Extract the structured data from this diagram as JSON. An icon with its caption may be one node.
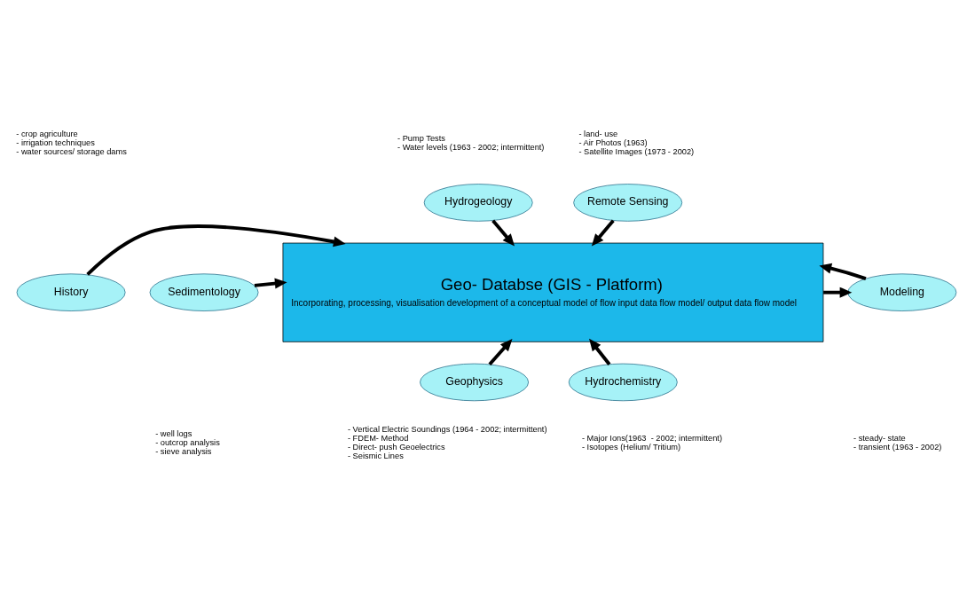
{
  "diagram": {
    "nodes": [
      {
        "text": [
          "Hydrogeology"
        ],
        "beside": [
          "- Pump Tests",
          "- Water levels (1963 - 2002; intermittent)"
        ]
      },
      {
        "text": [
          "Remote Sensing"
        ],
        "beside": [
          "- land- use",
          "- Air Photos (1963)",
          "- Satellite Images (1973 - 2002)"
        ]
      },
      {
        "text": [
          "History"
        ],
        "beside": [
          "- crop agriculture",
          "- irrigation techniques",
          "- water sources/ storage dams"
        ]
      },
      {
        "text": [
          "Geo- Databse (GIS - Platform)",
          "Incorporating, processing, visualisation development of a conceptual model of flow input data flow model/ output data flow model"
        ]
      },
      {
        "text": [
          "Modeling"
        ],
        "beside": [
          "- steady- state",
          "- transient (1963 - 2002)"
        ]
      },
      {
        "text": [
          "Sedimentology"
        ],
        "beside": [
          "- well logs",
          "- outcrop analysis",
          "- sieve analysis"
        ]
      },
      {
        "text": [
          "Geophysics"
        ],
        "beside": [
          "- Vertical Electric Soundings (1964 - 2002; intermittent)",
          "- FDEM- Method",
          "- Direct- push Geoelectrics",
          "- Seismic Lines"
        ]
      },
      {
        "text": [
          "Hydrochemistry"
        ],
        "beside": [
          "- Major Ions(1963  - 2002; intermittent)",
          "- Isotopes (Helium/ Tritium)"
        ]
      }
    ],
    "edges": [
      {
        "from": 0,
        "to": 3,
        "arrow": "to"
      },
      {
        "from": 1,
        "to": 3,
        "arrow": "to"
      },
      {
        "from": 2,
        "to": 3,
        "arrow": "to"
      },
      {
        "from": 3,
        "to": 4,
        "arrow": "to"
      },
      {
        "from": 4,
        "to": 3,
        "arrow": "to"
      },
      {
        "from": 5,
        "to": 3,
        "arrow": "to"
      },
      {
        "from": 6,
        "to": 3,
        "arrow": "to"
      },
      {
        "from": 7,
        "to": 3,
        "arrow": "to"
      }
    ]
  }
}
